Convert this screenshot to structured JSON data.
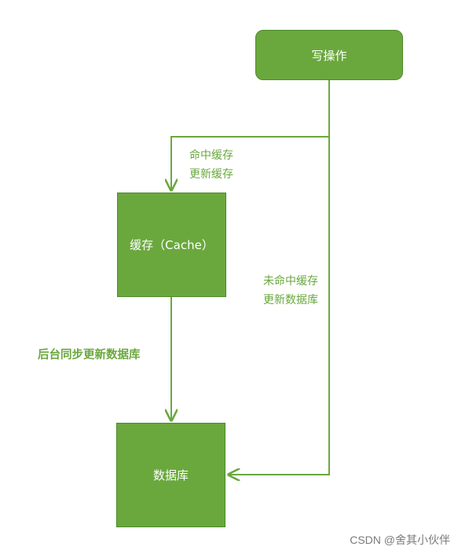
{
  "nodes": {
    "write": "写操作",
    "cache": "缓存（Cache）",
    "db": "数据库"
  },
  "edges": {
    "hit_line1": "命中缓存",
    "hit_line2": "更新缓存",
    "miss_line1": "未命中缓存",
    "miss_line2": "更新数据库",
    "sync": "后台同步更新数据库"
  },
  "watermark": "CSDN @舍其小伙伴",
  "colors": {
    "node_fill": "#6aa83e",
    "node_border": "#4d8a2a",
    "connector": "#6aa83e",
    "label": "#6aa83e"
  }
}
